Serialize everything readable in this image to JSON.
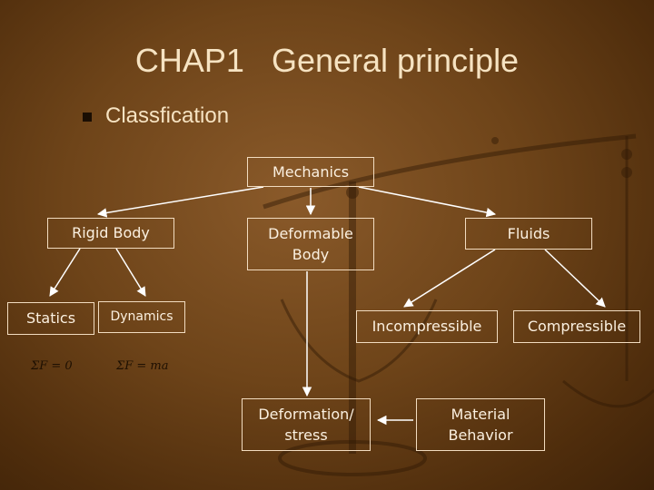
{
  "slide": {
    "title": "CHAP1   General principle",
    "subtitle": "Classfication"
  },
  "nodes": {
    "mechanics": "Mechanics",
    "rigid": "Rigid Body",
    "deformable": "Deformable\nBody",
    "fluids": "Fluids",
    "statics": "Statics",
    "dynamics": "Dynamics",
    "incompressible": "Incompressible",
    "compressible": "Compressible",
    "deformation": "Deformation/\nstress",
    "material": "Material\nBehavior"
  },
  "formulas": {
    "statics": "ΣF = 0",
    "dynamics": "ΣF = ma"
  },
  "colors": {
    "text": "#fbf0e0",
    "border": "#f2dcc0",
    "arrow": "#ffffff",
    "background": "#6e4419"
  }
}
